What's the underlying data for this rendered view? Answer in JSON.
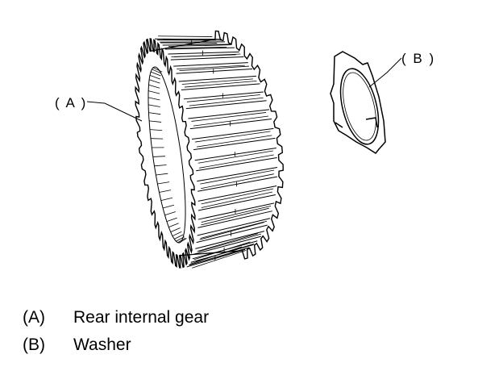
{
  "callouts": {
    "a": "( A )",
    "b": "( B )"
  },
  "legend": [
    {
      "key": "(A)",
      "text": "Rear internal gear"
    },
    {
      "key": "(B)",
      "text": "Washer"
    }
  ]
}
